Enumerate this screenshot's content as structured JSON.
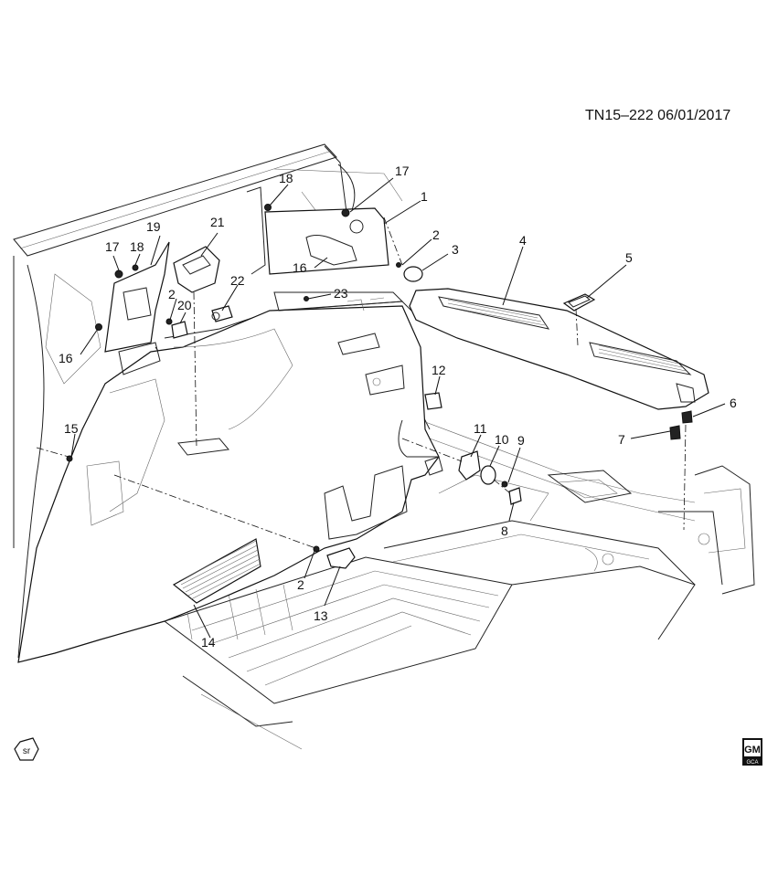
{
  "header": {
    "code": "TN15–222",
    "date": "06/01/2017"
  },
  "callouts": [
    "1",
    "2",
    "2",
    "2",
    "3",
    "4",
    "5",
    "6",
    "7",
    "8",
    "9",
    "10",
    "11",
    "12",
    "13",
    "14",
    "15",
    "16",
    "16",
    "17",
    "17",
    "18",
    "18",
    "19",
    "20",
    "21",
    "22",
    "23"
  ],
  "footer": {
    "sr_badge": "sr",
    "gm_badge_top": "GM",
    "gm_badge_bottom": "GCA"
  },
  "icons": [
    "sr-badge-icon",
    "gm-logo-icon"
  ]
}
